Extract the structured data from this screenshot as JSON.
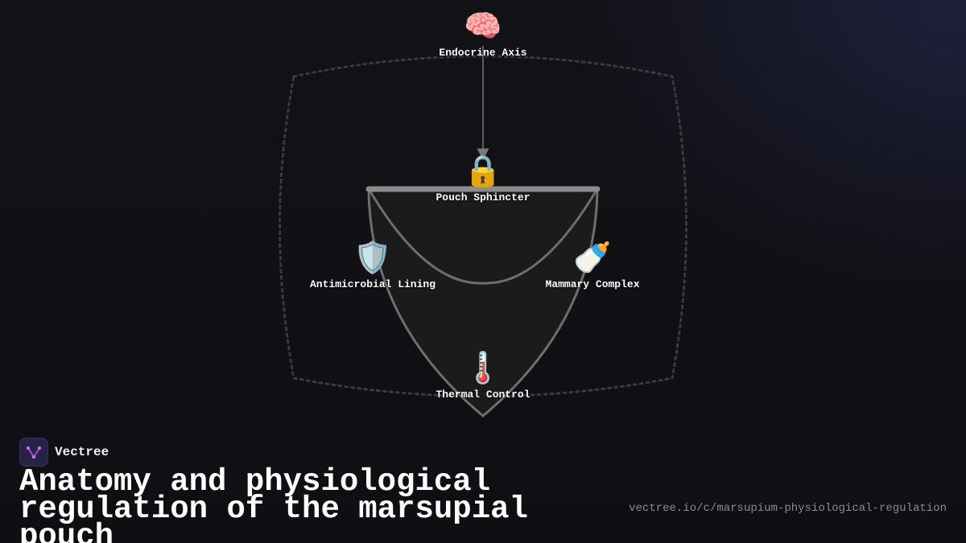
{
  "brand": {
    "name": "Vectree"
  },
  "title": "Anatomy and physiological regulation of the marsupial pouch",
  "url": "vectree.io/c/marsupium-physiological-regulation",
  "nodes": {
    "endocrine": {
      "label": "Endocrine Axis",
      "icon": "brain-icon",
      "emoji": "🧠"
    },
    "sphincter": {
      "label": "Pouch Sphincter",
      "icon": "lock-icon",
      "emoji": "🔒"
    },
    "lining": {
      "label": "Antimicrobial Lining",
      "icon": "shield-icon",
      "emoji": "🛡️"
    },
    "mammary": {
      "label": "Mammary Complex",
      "icon": "baby-bottle-icon",
      "emoji": "🍼"
    },
    "thermal": {
      "label": "Thermal Control",
      "icon": "thermometer-icon",
      "emoji": "🌡️"
    }
  },
  "colors": {
    "background": "#111116",
    "pouch_fill": "#1b1b1b",
    "pouch_stroke": "#6e6e6e",
    "rim": "#8c8c8c",
    "dashed_outline": "#3a3a3a",
    "connector": "#777777",
    "brand_accent": "#a04bdc"
  }
}
